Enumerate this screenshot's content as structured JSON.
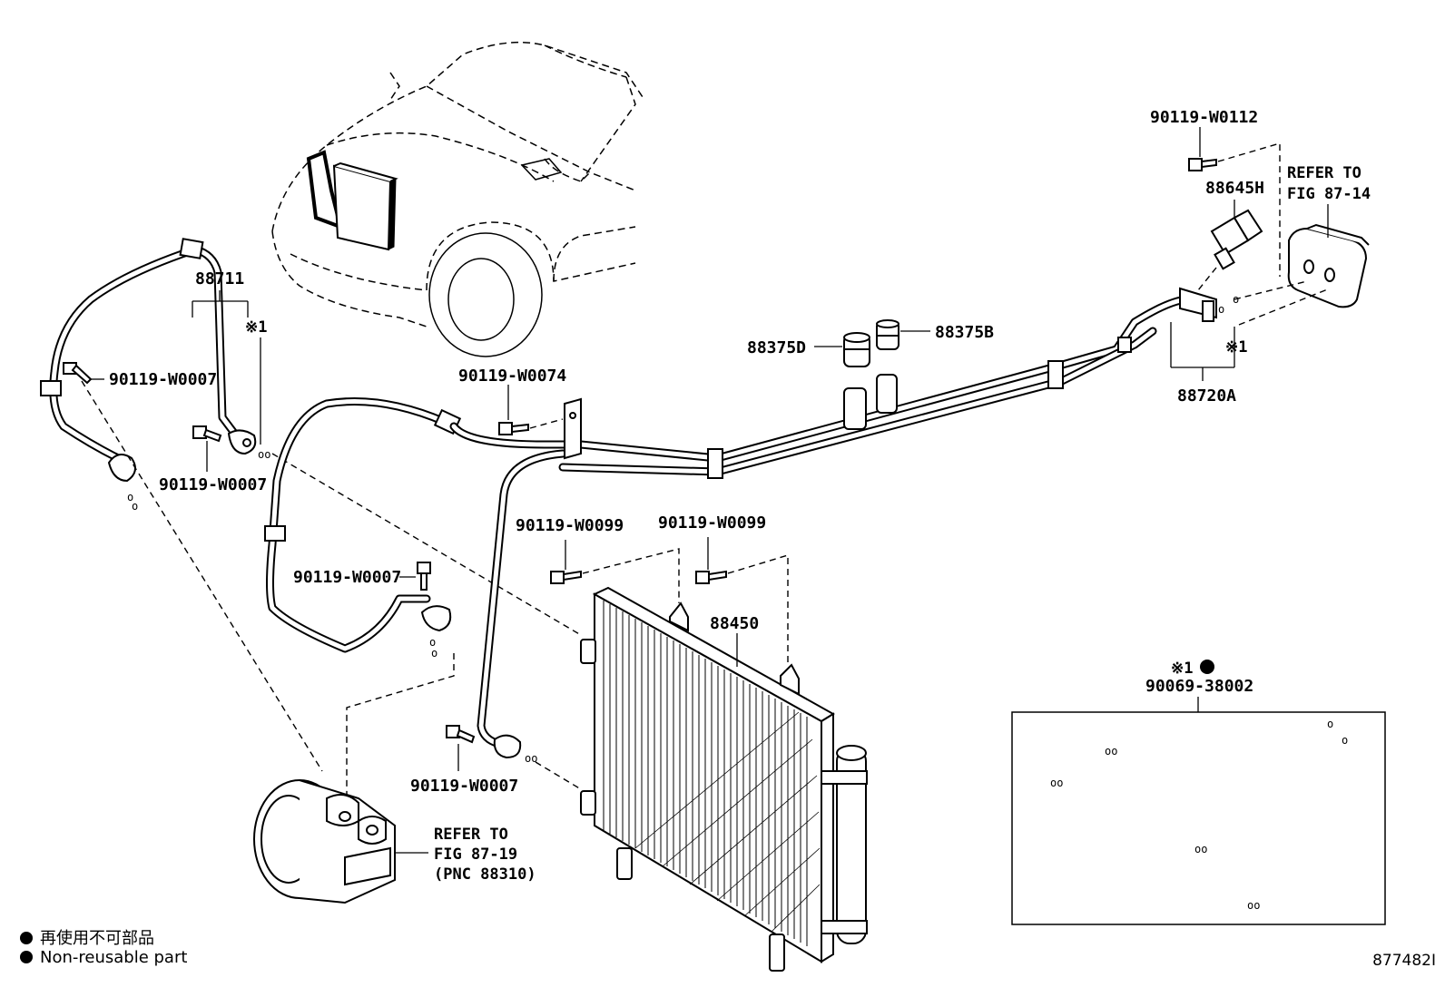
{
  "diagram": {
    "part_labels": {
      "p88711": "88711",
      "p88720A": "88720A",
      "p88645H": "88645H",
      "p88375D": "88375D",
      "p88375B": "88375B",
      "p88450": "88450",
      "p90069": "90069-38002",
      "b_w0112": "90119-W0112",
      "b_w0074": "90119-W0074",
      "b_w0007_a": "90119-W0007",
      "b_w0007_b": "90119-W0007",
      "b_w0007_c": "90119-W0007",
      "b_w0007_d": "90119-W0007",
      "b_w0099_a": "90119-W0099",
      "b_w0099_b": "90119-W0099"
    },
    "marks": {
      "note1_a": "※1",
      "note1_b": "※1",
      "note1_kit": "※1"
    },
    "refer_87_14": {
      "line1": "REFER TO",
      "line2": "FIG 87-14"
    },
    "refer_87_19": {
      "line1": "REFER TO",
      "line2": "FIG 87-19",
      "line3": "(PNC 88310)"
    },
    "legend": {
      "jp": "再使用不可部品",
      "en": "Non-reusable part"
    },
    "figure_id": "877482I"
  }
}
